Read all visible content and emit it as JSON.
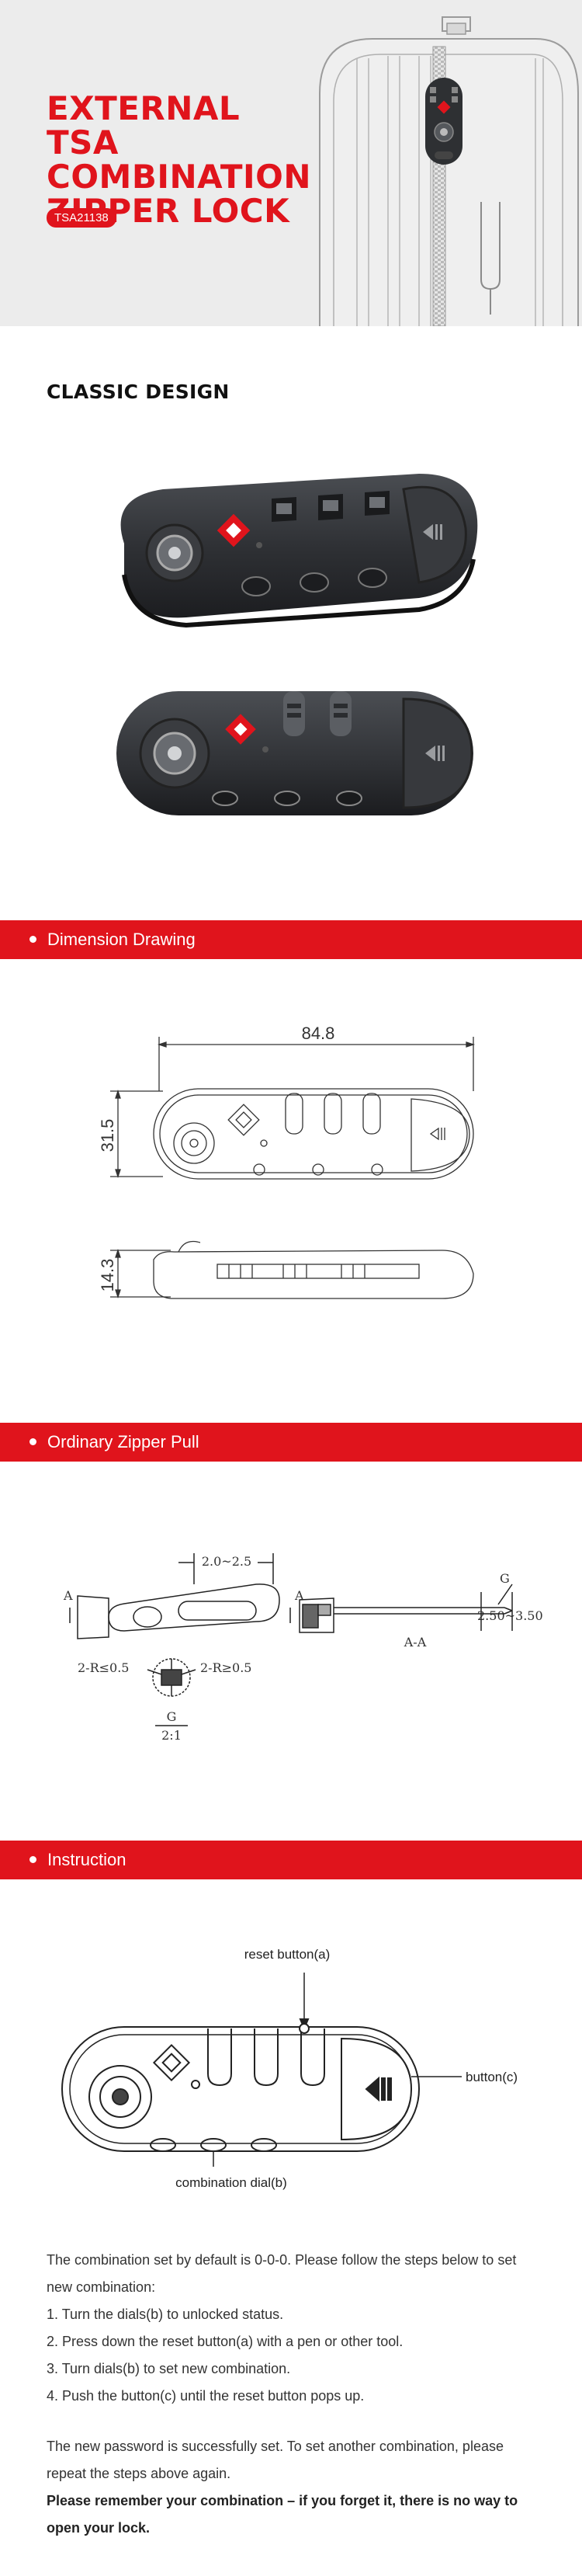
{
  "hero": {
    "title_lines": [
      "EXTERNAL TSA",
      "COMBINATION",
      "ZIPPER LOCK"
    ],
    "sku": "TSA21138"
  },
  "classic": {
    "title": "CLASSIC DESIGN"
  },
  "banners": {
    "dimension": "Dimension Drawing",
    "zipper": "Ordinary Zipper Pull",
    "instruction": "Instruction"
  },
  "dimension": {
    "width": "84.8",
    "height": "31.5",
    "thickness": "14.3"
  },
  "zipper": {
    "gap": "2.0~2.5",
    "r_left": "2-R≤0.5",
    "r_right": "2-R≥0.5",
    "g_label": "G",
    "scale": "2:1",
    "section": "A-A",
    "range": "2.50~3.50",
    "g_mark": "G",
    "a_mark": "A"
  },
  "diagram": {
    "reset_button": "reset button(a)",
    "button_c": "button(c)",
    "dial": "combination dial(b)"
  },
  "instructions": {
    "intro": "The combination set by default is 0-0-0. Please follow the steps below to set new combination:",
    "steps": [
      "1. Turn the dials(b) to unlocked status.",
      "2. Press down the reset button(a) with a pen or other tool.",
      "3. Turn dials(b) to set new combination.",
      "4. Push the button(c) until the reset button pops up."
    ],
    "success": "The new password is successfully set. To set another combination, please repeat the steps above again.",
    "warning": "Please remember your combination – if you forget it, there is no way to open your lock."
  },
  "colors": {
    "accent": "#e0141c",
    "hero_bg": "#ececec",
    "lock_body": "#2e3033"
  }
}
